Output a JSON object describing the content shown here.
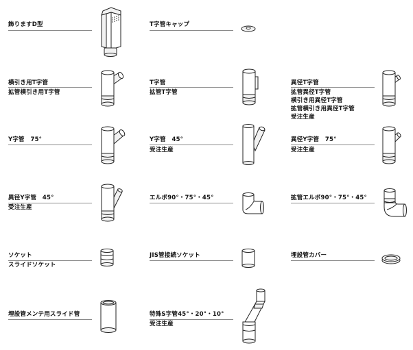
{
  "items": [
    {
      "title": "飾りますD型",
      "sub": []
    },
    {
      "title": "T字管キャップ",
      "sub": []
    },
    {
      "title": "横引き用T字管",
      "sub": [
        "拡管横引き用T字管"
      ]
    },
    {
      "title": "T字管",
      "sub": [
        "拡管T字管"
      ]
    },
    {
      "title": "異径T字管",
      "sub": [
        "拡管異径T字管",
        "横引き用異径T字管",
        "拡管横引き用異径T字管",
        "受注生産"
      ]
    },
    {
      "title": "Y字管　75°",
      "sub": []
    },
    {
      "title": "Y字管　45°",
      "sub": [
        "受注生産"
      ]
    },
    {
      "title": "異径Y字管　75°",
      "sub": [
        "受注生産"
      ]
    },
    {
      "title": "異径Y字管　45°",
      "sub": [
        "受注生産"
      ]
    },
    {
      "title": "エルボ90°・75°・45°",
      "sub": []
    },
    {
      "title": "拡管エルボ90°・75°・45°",
      "sub": []
    },
    {
      "title": "ソケット",
      "sub": [
        "スライドソケット"
      ]
    },
    {
      "title": "JIS管接続ソケット",
      "sub": []
    },
    {
      "title": "埋設管カバー",
      "sub": []
    },
    {
      "title": "埋設管メンテ用スライド管",
      "sub": []
    },
    {
      "title": "特殊S字管45°・20°・10°",
      "sub": [
        "受注生産"
      ]
    }
  ],
  "icons": [
    "chimney-top-d-type-icon",
    "t-cap-icon",
    "horizontal-tee-icon",
    "tee-icon",
    "reducing-tee-icon",
    "wye-75-icon",
    "wye-45-icon",
    "reducing-wye-75-icon",
    "reducing-wye-45-icon",
    "elbow-icon",
    "expanded-elbow-icon",
    "socket-icon",
    "jis-socket-icon",
    "buried-pipe-cover-icon",
    "slide-pipe-icon",
    "s-pipe-icon"
  ]
}
